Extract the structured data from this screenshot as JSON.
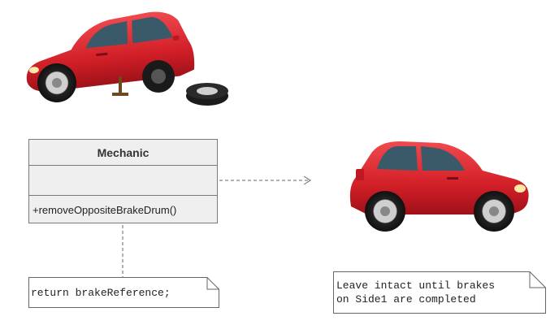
{
  "diagram": {
    "class_box": {
      "name": "Mechanic",
      "operation": "+removeOppositeBrakeDrum()"
    },
    "note_left": "return brakeReference;",
    "note_right_line1": "Leave intact until brakes",
    "note_right_line2": "on Side1 are completed",
    "car_color": "#d9232d",
    "arrow_color": "#666666"
  }
}
